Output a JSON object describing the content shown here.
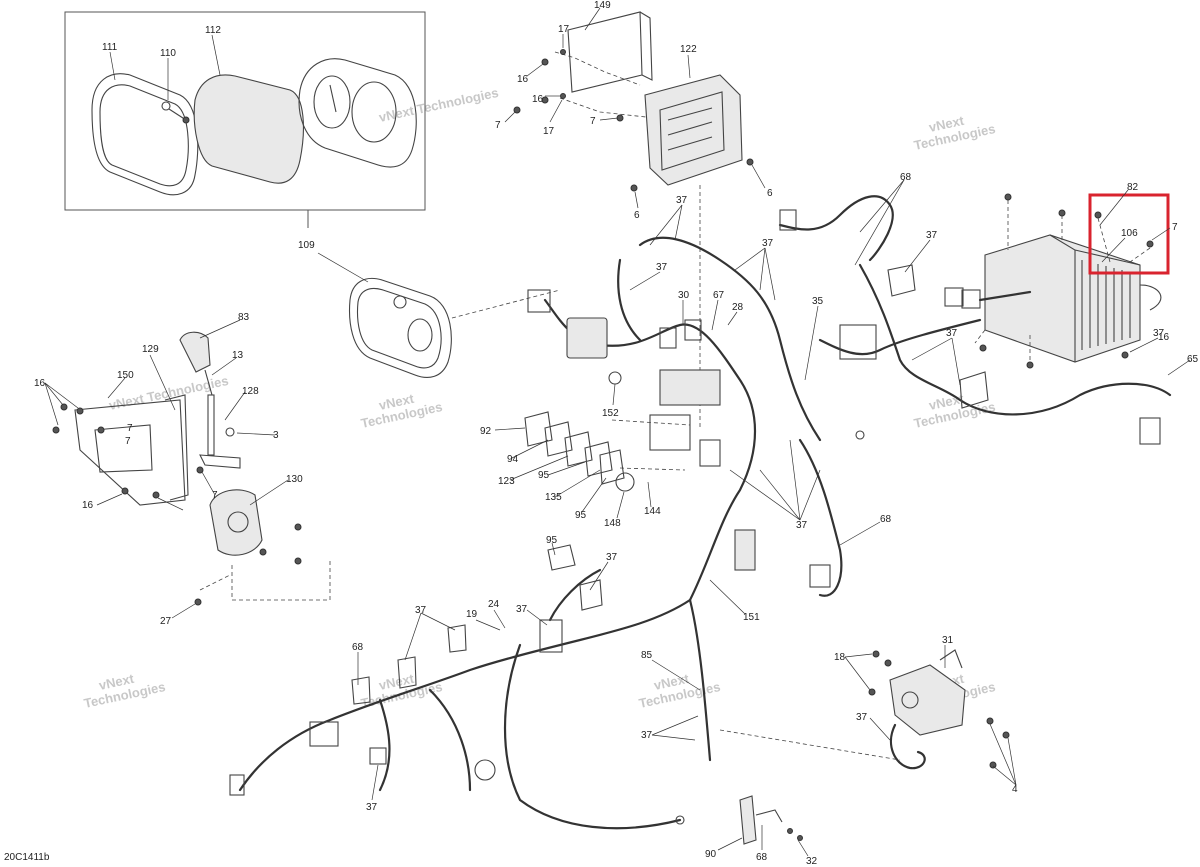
{
  "document_code": "20C1411b",
  "watermark_text": [
    "vNext",
    "Technologies",
    "vNext Technologies"
  ],
  "highlight": {
    "color": "#d9232e",
    "parts": [
      "82",
      "106",
      "7"
    ]
  },
  "callouts": [
    "149",
    "17",
    "16",
    "16",
    "7",
    "17",
    "122",
    "7",
    "6",
    "6",
    "111",
    "110",
    "112",
    "109",
    "68",
    "37",
    "37",
    "37",
    "37",
    "37",
    "82",
    "106",
    "7",
    "30",
    "67",
    "28",
    "35",
    "37",
    "16",
    "65",
    "83",
    "13",
    "129",
    "150",
    "16",
    "7",
    "7",
    "128",
    "3",
    "130",
    "16",
    "7",
    "27",
    "92",
    "94",
    "123",
    "95",
    "135",
    "95",
    "152",
    "148",
    "144",
    "37",
    "68",
    "95",
    "37",
    "151",
    "37",
    "19",
    "24",
    "37",
    "68",
    "85",
    "37",
    "18",
    "31",
    "37",
    "4",
    "37",
    "90",
    "68",
    "32"
  ]
}
